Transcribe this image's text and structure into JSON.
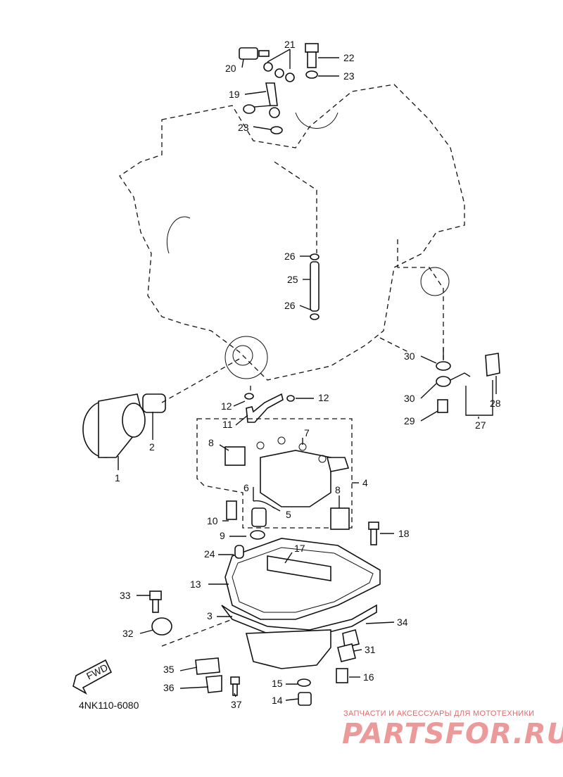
{
  "diagram": {
    "figure_code": "4NK110-6080",
    "fwd_label": "FWD",
    "callouts": [
      "1",
      "2",
      "3",
      "4",
      "5",
      "6",
      "7",
      "8",
      "8",
      "9",
      "10",
      "11",
      "12",
      "12",
      "13",
      "14",
      "15",
      "16",
      "17",
      "18",
      "19",
      "20",
      "21",
      "22",
      "23",
      "23",
      "24",
      "25",
      "26",
      "26",
      "27",
      "28",
      "29",
      "30",
      "30",
      "31",
      "32",
      "33",
      "34",
      "35",
      "36",
      "37"
    ]
  },
  "watermark": {
    "subtitle": "ЗАПЧАСТИ И АКСЕССУАРЫ ДЛЯ МОТОТЕХНИКИ",
    "brand": "PARTSFOR.RU",
    "color": "#e06a6a"
  }
}
